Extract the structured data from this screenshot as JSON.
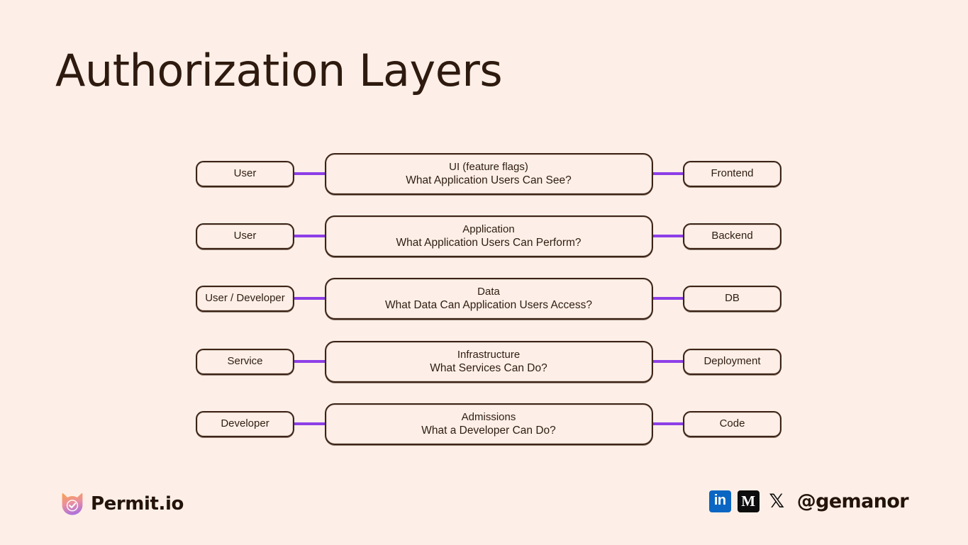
{
  "slide": {
    "title": "Authorization Layers",
    "background_color": "#fdefe7",
    "text_color": "#2f1c10",
    "connector_color": "#8d3fe7"
  },
  "diagram": {
    "rows": [
      {
        "actor": "User",
        "layer_title": "UI (feature flags)",
        "layer_question": "What Application Users Can See?",
        "target": "Frontend"
      },
      {
        "actor": "User",
        "layer_title": "Application",
        "layer_question": "What Application Users Can Perform?",
        "target": "Backend"
      },
      {
        "actor": "User / Developer",
        "layer_title": "Data",
        "layer_question": "What Data Can Application Users Access?",
        "target": "DB"
      },
      {
        "actor": "Service",
        "layer_title": "Infrastructure",
        "layer_question": "What Services Can Do?",
        "target": "Deployment"
      },
      {
        "actor": "Developer",
        "layer_title": "Admissions",
        "layer_question": "What a Developer Can Do?",
        "target": "Code"
      }
    ]
  },
  "footer": {
    "brand_name": "Permit.io",
    "brand_icon": "permit-cat-logo-icon",
    "handle": "@gemanor",
    "social": [
      {
        "icon": "linkedin-icon",
        "glyph": "in",
        "color": "#0a66c2"
      },
      {
        "icon": "medium-icon",
        "glyph": "M",
        "color": "#0d0d0d"
      },
      {
        "icon": "x-twitter-icon",
        "glyph": "𝕏",
        "color": "#0d0d0d"
      }
    ]
  }
}
